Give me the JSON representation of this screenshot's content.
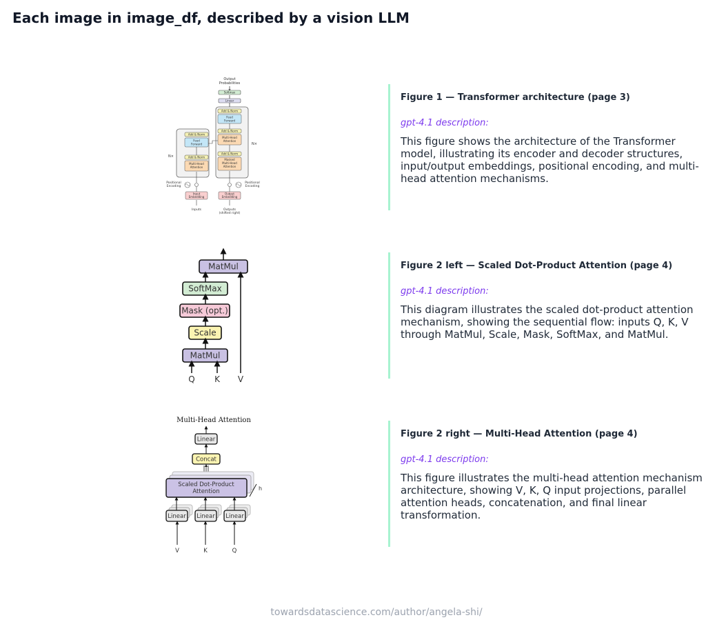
{
  "page": {
    "title": "Each image in image_df, described by a vision LLM",
    "footer": "towardsdatascience.com/author/angela-shi/"
  },
  "entries": [
    {
      "title": "Figure 1 — Transformer architecture (page 3)",
      "model_label": "gpt-4.1 description:",
      "description": "This figure shows the architecture of the Transformer model, illustrating its encoder and decoder structures, input/output embeddings, positional encoding, and multi-head attention mechanisms."
    },
    {
      "title": "Figure 2 left — Scaled Dot-Product Attention (page 4)",
      "model_label": "gpt-4.1 description:",
      "description": "This diagram illustrates the scaled dot-product attention mechanism, showing the sequential flow: inputs Q, K, V through MatMul, Scale, Mask, SoftMax, and MatMul."
    },
    {
      "title": "Figure 2 right — Multi-Head Attention (page 4)",
      "model_label": "gpt-4.1 description:",
      "description": "This figure illustrates the multi-head attention mechanism architecture, showing V, K, Q input projections, parallel attention heads, concatenation, and final linear transformation."
    }
  ],
  "figures": {
    "transformer": {
      "output_probabilities": [
        "Output",
        "Probabilities"
      ],
      "softmax": "Softmax",
      "linear": "Linear",
      "add_norm": "Add & Norm",
      "feed_forward": [
        "Feed",
        "Forward"
      ],
      "multi_head_attention": [
        "Multi-Head",
        "Attention"
      ],
      "masked_multi_head_attention": [
        "Masked",
        "Multi-Head",
        "Attention"
      ],
      "nx": "N×",
      "positional_encoding": [
        "Positional",
        "Encoding"
      ],
      "input_embedding": [
        "Input",
        "Embedding"
      ],
      "output_embedding": [
        "Output",
        "Embedding"
      ],
      "inputs": "Inputs",
      "outputs": [
        "Outputs",
        "(shifted right)"
      ]
    },
    "scaled_dot_product": {
      "matmul": "MatMul",
      "softmax": "SoftMax",
      "mask": "Mask (opt.)",
      "scale": "Scale",
      "q": "Q",
      "k": "K",
      "v": "V"
    },
    "multi_head": {
      "title": "Multi-Head Attention",
      "linear": "Linear",
      "concat": "Concat",
      "attention": [
        "Scaled Dot-Product",
        "Attention"
      ],
      "h": "h",
      "v": "V",
      "k": "K",
      "q": "Q"
    }
  },
  "colors": {
    "accent_bar": "#a7f3d0",
    "model_label": "#7c3aed",
    "footer": "#9ca3af",
    "matmul": "#c9c1e3",
    "softmax": "#d2ecd3",
    "mask": "#f6cad8",
    "scale": "#fbf4b2",
    "feed_forward": "#c3e6f7",
    "attention": "#fbd9b3",
    "embedding": "#f9cfcf",
    "concat": "#fbf4b2",
    "linear_gray": "#e8e8e8",
    "attention_purple": "#cbc2e5"
  }
}
